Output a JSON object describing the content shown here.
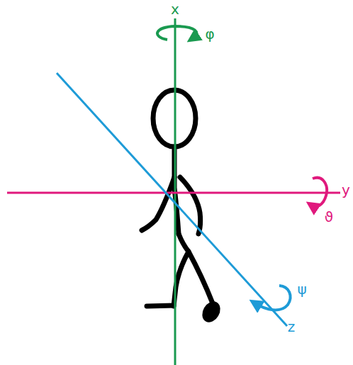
{
  "diagram": {
    "labels": [
      "x",
      "φ",
      "y",
      "ϑ",
      "ψ",
      "z"
    ]
  }
}
